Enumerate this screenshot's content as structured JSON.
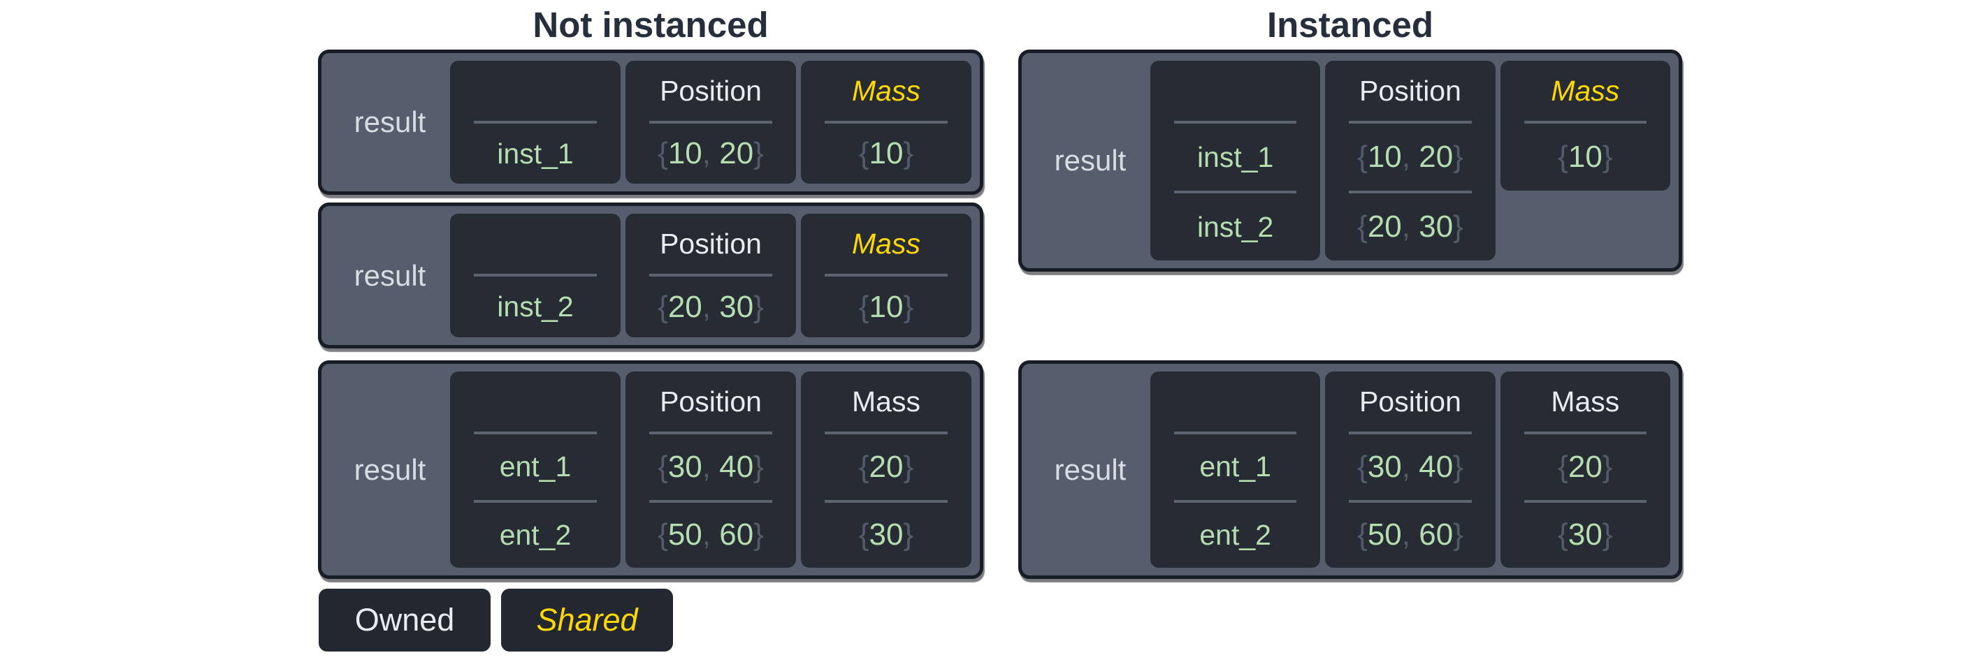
{
  "left": {
    "title": "Not instanced",
    "cards": [
      {
        "label": "result",
        "columns": [
          {
            "header": "",
            "shared": false,
            "type": "entity",
            "cells": [
              "inst_1"
            ]
          },
          {
            "header": "Position",
            "shared": false,
            "type": "value",
            "cells": [
              "{10, 20}"
            ]
          },
          {
            "header": "Mass",
            "shared": true,
            "type": "value",
            "cells": [
              "{10}"
            ]
          }
        ]
      },
      {
        "label": "result",
        "columns": [
          {
            "header": "",
            "shared": false,
            "type": "entity",
            "cells": [
              "inst_2"
            ]
          },
          {
            "header": "Position",
            "shared": false,
            "type": "value",
            "cells": [
              "{20, 30}"
            ]
          },
          {
            "header": "Mass",
            "shared": true,
            "type": "value",
            "cells": [
              "{10}"
            ]
          }
        ]
      },
      {
        "label": "result",
        "columns": [
          {
            "header": "",
            "shared": false,
            "type": "entity",
            "cells": [
              "ent_1",
              "ent_2"
            ]
          },
          {
            "header": "Position",
            "shared": false,
            "type": "value",
            "cells": [
              "{30, 40}",
              "{50, 60}"
            ]
          },
          {
            "header": "Mass",
            "shared": false,
            "type": "value",
            "cells": [
              "{20}",
              "{30}"
            ]
          }
        ]
      }
    ]
  },
  "right": {
    "title": "Instanced",
    "cards": [
      {
        "label": "result",
        "columns": [
          {
            "header": "",
            "shared": false,
            "type": "entity",
            "cells": [
              "inst_1",
              "inst_2"
            ]
          },
          {
            "header": "Position",
            "shared": false,
            "type": "value",
            "cells": [
              "{10, 20}",
              "{20, 30}"
            ]
          },
          {
            "header": "Mass",
            "shared": true,
            "type": "value",
            "cells": [
              "{10}"
            ],
            "short": true
          }
        ]
      },
      {
        "label": "result",
        "columns": [
          {
            "header": "",
            "shared": false,
            "type": "entity",
            "cells": [
              "ent_1",
              "ent_2"
            ]
          },
          {
            "header": "Position",
            "shared": false,
            "type": "value",
            "cells": [
              "{30, 40}",
              "{50, 60}"
            ]
          },
          {
            "header": "Mass",
            "shared": false,
            "type": "value",
            "cells": [
              "{20}",
              "{30}"
            ]
          }
        ]
      }
    ]
  },
  "legend": {
    "items": [
      {
        "label": "Owned",
        "shared": false
      },
      {
        "label": "Shared",
        "shared": true
      }
    ]
  },
  "colors": {
    "title_navy": "#272e3b",
    "card_slate": "#565d6c",
    "card_border": "#181c24",
    "cell_dark": "#262b34",
    "divider_gray": "#5d6370",
    "value_green": "#b5ddb0",
    "brace_gray": "#535a68",
    "shared_yellow": "#ffd800",
    "label_light": "#d9dde3",
    "header_white": "#e9ebef",
    "legend_dark": "#23272f"
  }
}
